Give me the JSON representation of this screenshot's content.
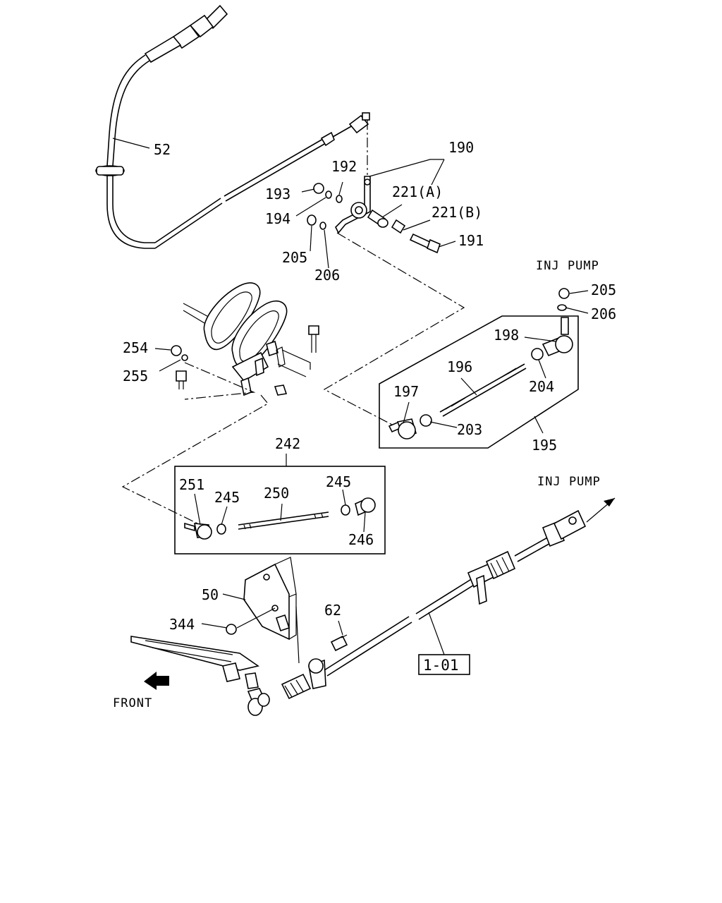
{
  "labels": {
    "p52": "52",
    "p190": "190",
    "p192": "192",
    "p193": "193",
    "p194": "194",
    "p221a": "221(A)",
    "p221b": "221(B)",
    "p191": "191",
    "p205a": "205",
    "p206a": "206",
    "inj_pump_top": "INJ PUMP",
    "p205b": "205",
    "p206b": "206",
    "p198": "198",
    "p196": "196",
    "p204": "204",
    "p197": "197",
    "p203": "203",
    "p195": "195",
    "p254": "254",
    "p255": "255",
    "p242": "242",
    "p251": "251",
    "p245a": "245",
    "p250": "250",
    "p245b": "245",
    "p246": "246",
    "inj_pump_bottom": "INJ PUMP",
    "p50": "50",
    "p344": "344",
    "p62": "62",
    "ref_101": "1-01",
    "front": "FRONT"
  }
}
